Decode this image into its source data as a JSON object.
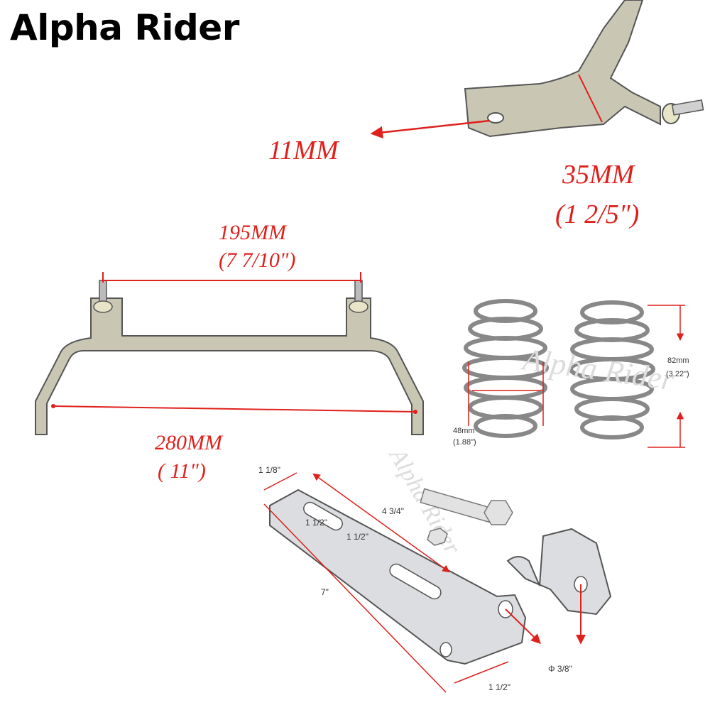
{
  "brand": {
    "name": "Alpha Rider",
    "watermark": "Alpha Rider"
  },
  "colors": {
    "dimension": "#e0201c",
    "metal": "#c9c7b4",
    "chrome": "#d8dade",
    "outline": "#555555"
  },
  "labels": {
    "hole": "11MM",
    "width_mm": "35MM",
    "width_in": "(1  2/5\")",
    "span_mm": "195MM",
    "span_in": "(7  7/10\")",
    "base_mm": "280MM",
    "base_in": "( 11\")",
    "spring_h_mm": "82mm",
    "spring_h_in": "(3.22\")",
    "spring_d_mm": "48mm",
    "spring_d_in": "(1.88\")",
    "bracket_w": "1 1/8\"",
    "bracket_long": "4 3/4\"",
    "slot1": "1 1/2\"",
    "slot2": "1 1/2\"",
    "bracket_len": "7\"",
    "foot_w": "1 1/2\"",
    "hole_dia": "Φ 3/8\""
  }
}
